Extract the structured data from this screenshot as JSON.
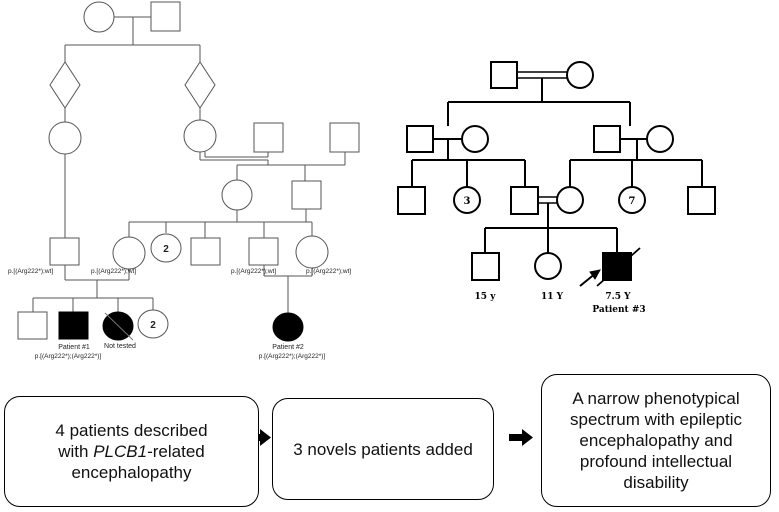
{
  "pedigree_left": {
    "twin_count_label": "2",
    "sib_count_label": "2",
    "geno_gen3_m1": "p.[(Arg222*);wt]",
    "geno_gen3_f1": "p.[(Arg222*);wt]",
    "geno_gen3_m2": "p.[(Arg222*);wt]",
    "geno_gen3_f2": "p.[(Arg222*);wt]",
    "not_tested_label": "Not tested",
    "patient1_label": "Patient #1",
    "patient1_geno": "p.[(Arg222*);(Arg222*)]",
    "patient2_label": "Patient #2",
    "patient2_geno": "p.[(Arg222*);(Arg222*)]"
  },
  "pedigree_right": {
    "count_3": "3",
    "count_7": "7",
    "age_1": "15 y",
    "age_2": "11 Y",
    "age_3": "7.5 Y",
    "patient3_label": "Patient #3"
  },
  "flow": {
    "box1_line1": "4 patients described",
    "box1_line2_prefix": "with ",
    "box1_line2_gene": "PLCB1",
    "box1_line2_suffix": "-related",
    "box1_line3": "encephalopathy",
    "box2_text": "3 novels patients added",
    "box3_line1": "A narrow phenotypical",
    "box3_line2": "spectrum with epileptic",
    "box3_line3": "encephalopathy and",
    "box3_line4": "profound intellectual",
    "box3_line5": "disability"
  }
}
